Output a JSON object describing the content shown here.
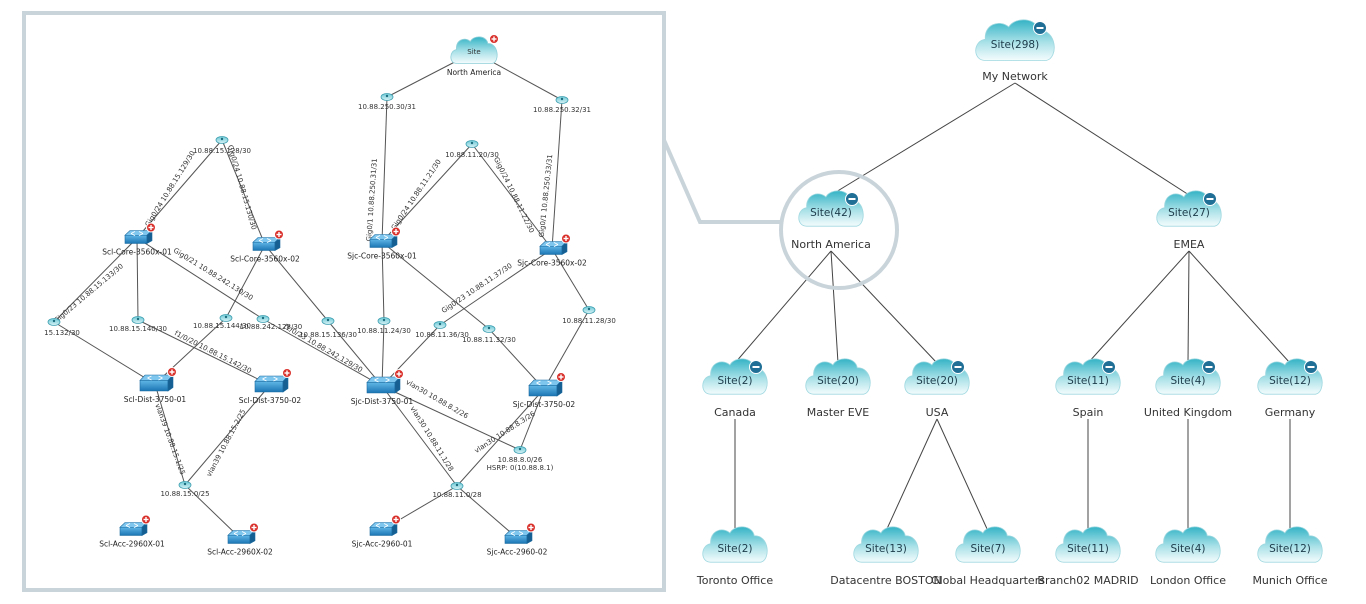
{
  "colors": {
    "panel_border": "#c9d4da",
    "cloud_top": "#3fb8c9",
    "cloud_bottom": "#f2fbfc",
    "switch_blue": "#1e88c7",
    "badge_red": "#d9322d",
    "badge_blue": "#1f6f96"
  },
  "detail": {
    "site": {
      "title": "Site",
      "label": "North America"
    },
    "subnets": [
      {
        "id": "s1",
        "label": "10.88.250.30/31"
      },
      {
        "id": "s2",
        "label": "10.88.250.32/31"
      },
      {
        "id": "s3",
        "label": "10.88.15.128/30"
      },
      {
        "id": "s4",
        "label": "10.88.11.20/30"
      },
      {
        "id": "s5",
        "label": "15.132/30"
      },
      {
        "id": "s6",
        "label": "10.88.15.140/30"
      },
      {
        "id": "s7",
        "label": "10.88.15.144/30"
      },
      {
        "id": "s8",
        "label": "10.88.242.128/30"
      },
      {
        "id": "s9",
        "label": "10.88.15.136/30"
      },
      {
        "id": "s10",
        "label": "10.88.11.24/30"
      },
      {
        "id": "s11",
        "label": "10.88.11.36/30"
      },
      {
        "id": "s12",
        "label": "10.88.11.32/30"
      },
      {
        "id": "s13",
        "label": "10.88.11.28/30"
      },
      {
        "id": "s14",
        "label": "10.88.15.0/25"
      },
      {
        "id": "s15",
        "label": "10.88.11.0/28"
      },
      {
        "id": "s16",
        "label": "10.88.8.0/26",
        "label2": "HSRP: 0(10.88.8.1)"
      }
    ],
    "devices": [
      {
        "id": "d1",
        "label": "Scl-Core-3560x-01"
      },
      {
        "id": "d2",
        "label": "Scl-Core-3560x-02"
      },
      {
        "id": "d3",
        "label": "Sjc-Core-3560x-01"
      },
      {
        "id": "d4",
        "label": "Sjc-Core-3560x-02"
      },
      {
        "id": "d5",
        "label": "Scl-Dist-3750-01"
      },
      {
        "id": "d6",
        "label": "Scl-Dist-3750-02"
      },
      {
        "id": "d7",
        "label": "Sjc-Dist-3750-01"
      },
      {
        "id": "d8",
        "label": "Sjc-Dist-3750-02"
      },
      {
        "id": "d9",
        "label": "Scl-Acc-2960X-01"
      },
      {
        "id": "d10",
        "label": "Scl-Acc-2960X-02"
      },
      {
        "id": "d11",
        "label": "Sjc-Acc-2960-01"
      },
      {
        "id": "d12",
        "label": "Sjc-Acc-2960-02"
      }
    ],
    "interfaces": [
      {
        "id": "i1",
        "label": "Gig0/24 10.88.15.129/30"
      },
      {
        "id": "i2",
        "label": "Gig0/24 10.88.15.130/30"
      },
      {
        "id": "i3",
        "label": "Gig0/1 10.88.250.31/31"
      },
      {
        "id": "i4",
        "label": "Gig0/24 10.88.11.21/30"
      },
      {
        "id": "i5",
        "label": "Gig0/24 10.88.11.22/30"
      },
      {
        "id": "i6",
        "label": "Gig0/1 10.88.250.33/31"
      },
      {
        "id": "i7",
        "label": "Gig0/23 10.88.15.133/30"
      },
      {
        "id": "i8",
        "label": "Gig0/21 10.88.242.130/30"
      },
      {
        "id": "i9",
        "label": "Gig0/23 10.88.11.37/30"
      },
      {
        "id": "i10",
        "label": "f1/0/20 10.88.15.142/30"
      },
      {
        "id": "i11",
        "label": "f1/0/23 10.88.242.129/30"
      },
      {
        "id": "i12",
        "label": "vlan30 10.88.8.2/26"
      },
      {
        "id": "i13",
        "label": "vlan30 10.88.8.3/26"
      },
      {
        "id": "i14",
        "label": "vlan39 10.88.15.1/25"
      },
      {
        "id": "i15",
        "label": "vlan39 10.88.15.2/25"
      },
      {
        "id": "i16",
        "label": "vlan30 10.88.11.1/28"
      }
    ]
  },
  "tree": {
    "nodes": [
      {
        "id": "root",
        "count": "Site(298)",
        "name": "My Network"
      },
      {
        "id": "na",
        "count": "Site(42)",
        "name": "North America"
      },
      {
        "id": "emea",
        "count": "Site(27)",
        "name": "EMEA"
      },
      {
        "id": "ca",
        "count": "Site(2)",
        "name": "Canada"
      },
      {
        "id": "meve",
        "count": "Site(20)",
        "name": "Master EVE"
      },
      {
        "id": "usa",
        "count": "Site(20)",
        "name": "USA"
      },
      {
        "id": "es",
        "count": "Site(11)",
        "name": "Spain"
      },
      {
        "id": "uk",
        "count": "Site(4)",
        "name": "United Kingdom"
      },
      {
        "id": "de",
        "count": "Site(12)",
        "name": "Germany"
      },
      {
        "id": "tor",
        "count": "Site(2)",
        "name": "Toronto Office"
      },
      {
        "id": "dcb",
        "count": "Site(13)",
        "name": "Datacentre BOSTON"
      },
      {
        "id": "ghq",
        "count": "Site(7)",
        "name": "Global Headquarters"
      },
      {
        "id": "bmad",
        "count": "Site(11)",
        "name": "Branch02 MADRID"
      },
      {
        "id": "lon",
        "count": "Site(4)",
        "name": "London Office"
      },
      {
        "id": "mun",
        "count": "Site(12)",
        "name": "Munich Office"
      }
    ]
  }
}
